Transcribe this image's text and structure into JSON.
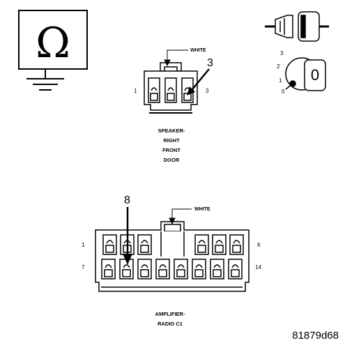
{
  "ohm_symbol": "Ω",
  "speaker": {
    "wire_label": "WHITE",
    "callout": "3",
    "pin_left": "1",
    "pin_right": "3",
    "caption": [
      "SPEAKER-",
      "RIGHT",
      "FRONT",
      "DOOR"
    ]
  },
  "ignition": {
    "positions": [
      "3",
      "2",
      "1",
      "0"
    ],
    "key_label": "0"
  },
  "amplifier": {
    "wire_label": "WHITE",
    "callout": "8",
    "pin_top_left": "1",
    "pin_top_right": "6",
    "pin_bottom_left": "7",
    "pin_bottom_right": "14",
    "caption": [
      "AMPLIFIER-",
      "RADIO C1"
    ]
  },
  "figure_code": "81879d68"
}
